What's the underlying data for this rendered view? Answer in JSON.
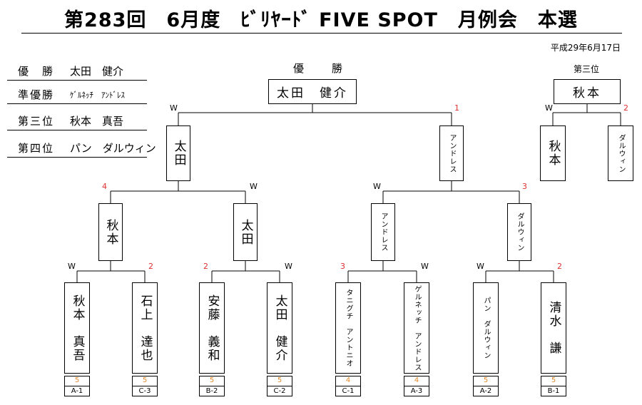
{
  "title": "第283回　6月度　ﾋﾞﾘﾔｰﾄﾞ FIVE SPOT　月例会　本選",
  "date": "平成29年6月17日",
  "summary": [
    {
      "rank": "優　勝",
      "name": "太田　健介"
    },
    {
      "rank": "準優勝",
      "name": "ｹﾞﾙﾈｯﾁ　ｱﾝﾄﾞﾚｽ"
    },
    {
      "rank": "第三位",
      "name": "秋本　真吾"
    },
    {
      "rank": "第四位",
      "name": "パン　ダルウィン"
    }
  ],
  "headers": {
    "winner": "優　勝",
    "third": "第三位"
  },
  "champion": "太田　健介",
  "third_place_winner": "秋本",
  "semifinal": {
    "left": {
      "name": "太田",
      "label": "W"
    },
    "right": {
      "name": "アンドレス",
      "label": "1"
    }
  },
  "third_place_match": {
    "left": {
      "name": "秋本",
      "label": "W"
    },
    "right": {
      "name": "ダルウィン",
      "label": "2"
    }
  },
  "quarterfinal": [
    {
      "name": "秋本",
      "label": "4"
    },
    {
      "name": "太田",
      "label": "W"
    },
    {
      "name": "アンドレス",
      "label": "W"
    },
    {
      "name": "ダルウィン",
      "label": "3"
    }
  ],
  "round1": [
    {
      "name": "秋本　真吾",
      "label": "W",
      "wins": "5",
      "table": "A-1"
    },
    {
      "name": "石上　達也",
      "label": "2",
      "wins": "5",
      "table": "C-3"
    },
    {
      "name": "安藤　義和",
      "label": "2",
      "wins": "5",
      "table": "B-2"
    },
    {
      "name": "太田　健介",
      "label": "W",
      "wins": "5",
      "table": "C-2"
    },
    {
      "name": "タニグチ　アントニオ",
      "label": "3",
      "wins": "4",
      "table": "C-1"
    },
    {
      "name": "ゲルネッチ　アンドレス",
      "label": "W",
      "wins": "4",
      "table": "A-3"
    },
    {
      "name": "パン　ダルウィン",
      "label": "W",
      "wins": "5",
      "table": "A-2"
    },
    {
      "name": "清水　謙",
      "label": "2",
      "wins": "5",
      "table": "B-1"
    }
  ]
}
